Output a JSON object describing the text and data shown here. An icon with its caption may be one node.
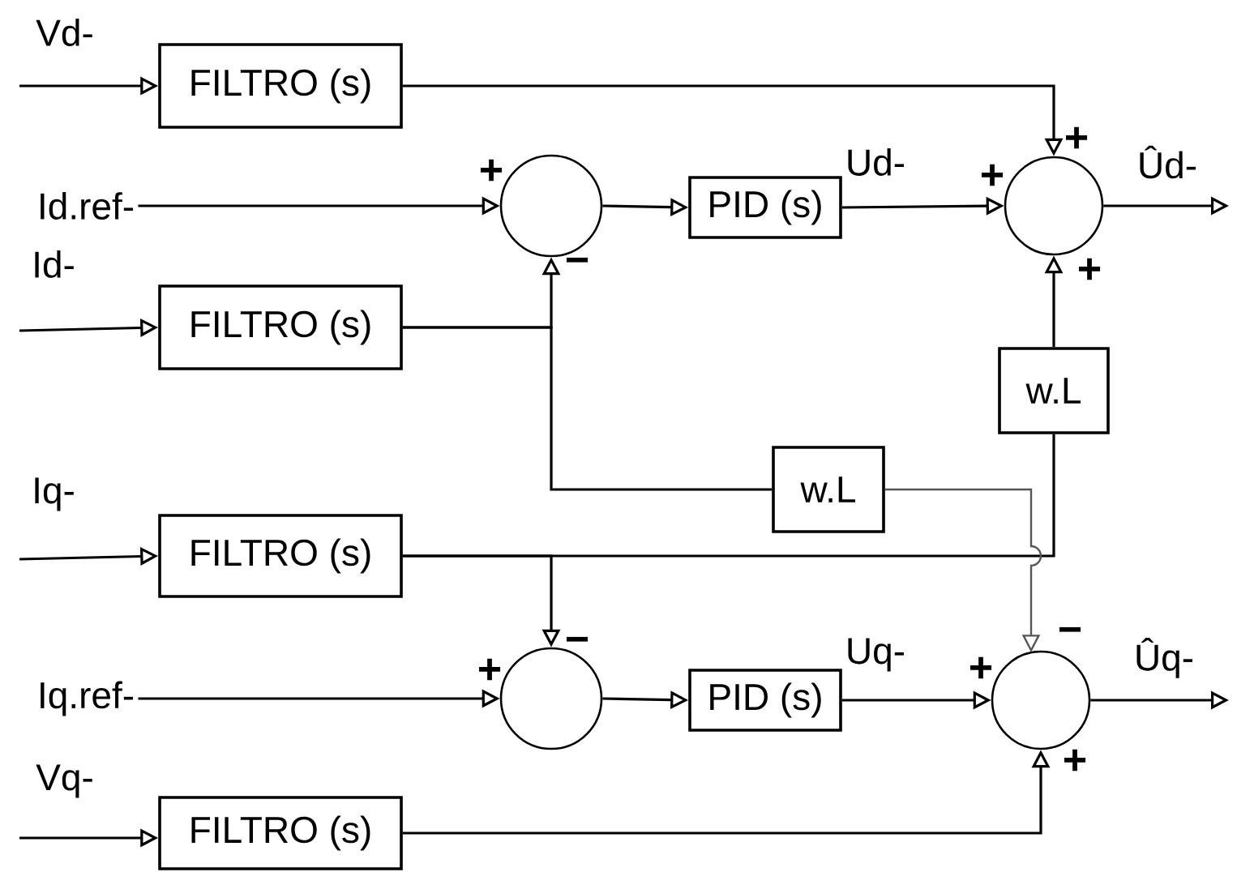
{
  "diagram": {
    "nodes": [
      {
        "text": [
          "FILTRO (s)"
        ]
      },
      {
        "text": [
          "Id.ref-"
        ]
      },
      {
        "text": [],
        "shape": "circle"
      },
      {
        "text": [
          "PID (s)"
        ]
      },
      {
        "text": [],
        "shape": "circle"
      },
      {
        "text": [
          "FILTRO (s)"
        ]
      },
      {
        "text": [
          "w.L"
        ]
      },
      {
        "text": [
          "w.L"
        ]
      },
      {
        "text": [
          "FILTRO (s)"
        ]
      },
      {
        "text": [],
        "shape": "circle"
      },
      {
        "text": [
          "Iq.ref-"
        ]
      },
      {
        "text": [
          "PID (s)"
        ]
      },
      {
        "text": [],
        "shape": "circle"
      },
      {
        "text": [
          "FILTRO (s)"
        ]
      }
    ],
    "edges": [
      {
        "from": null,
        "to": 0,
        "arrow": "to",
        "label": "Vd-"
      },
      {
        "from": 0,
        "to": 4,
        "arrow": "to"
      },
      {
        "from": 1,
        "to": 2,
        "arrow": "to"
      },
      {
        "from": 5,
        "to": 2,
        "arrow": "to"
      },
      {
        "from": 5,
        "to": 7,
        "arrow": "none"
      },
      {
        "from": 2,
        "to": 3,
        "arrow": "to"
      },
      {
        "from": 3,
        "to": 4,
        "arrow": "to",
        "label": "Ud-"
      },
      {
        "from": 4,
        "to": null,
        "arrow": "to",
        "label": "Ûd-"
      },
      {
        "from": 6,
        "to": 4,
        "arrow": "to"
      },
      {
        "from": 8,
        "to": 6,
        "arrow": "none"
      },
      {
        "from": 8,
        "to": 9,
        "arrow": "to"
      },
      {
        "from": 7,
        "to": 12,
        "arrow": "to",
        "color": "#555555"
      },
      {
        "from": null,
        "to": 8,
        "arrow": "to",
        "label": "Iq-"
      },
      {
        "from": null,
        "to": 5,
        "arrow": "to",
        "label": "Id-"
      },
      {
        "from": 10,
        "to": 9,
        "arrow": "to"
      },
      {
        "from": 9,
        "to": 11,
        "arrow": "to"
      },
      {
        "from": 11,
        "to": 12,
        "arrow": "to",
        "label": "Uq-"
      },
      {
        "from": 12,
        "to": null,
        "arrow": "to",
        "label": "Ûq-"
      },
      {
        "from": null,
        "to": 13,
        "arrow": "to",
        "label": "Vq-"
      },
      {
        "from": 13,
        "to": 12,
        "arrow": "to"
      }
    ],
    "labels": [
      "+",
      "+",
      "+",
      "−",
      "+",
      "−",
      "−",
      "+",
      "+",
      "+"
    ]
  }
}
